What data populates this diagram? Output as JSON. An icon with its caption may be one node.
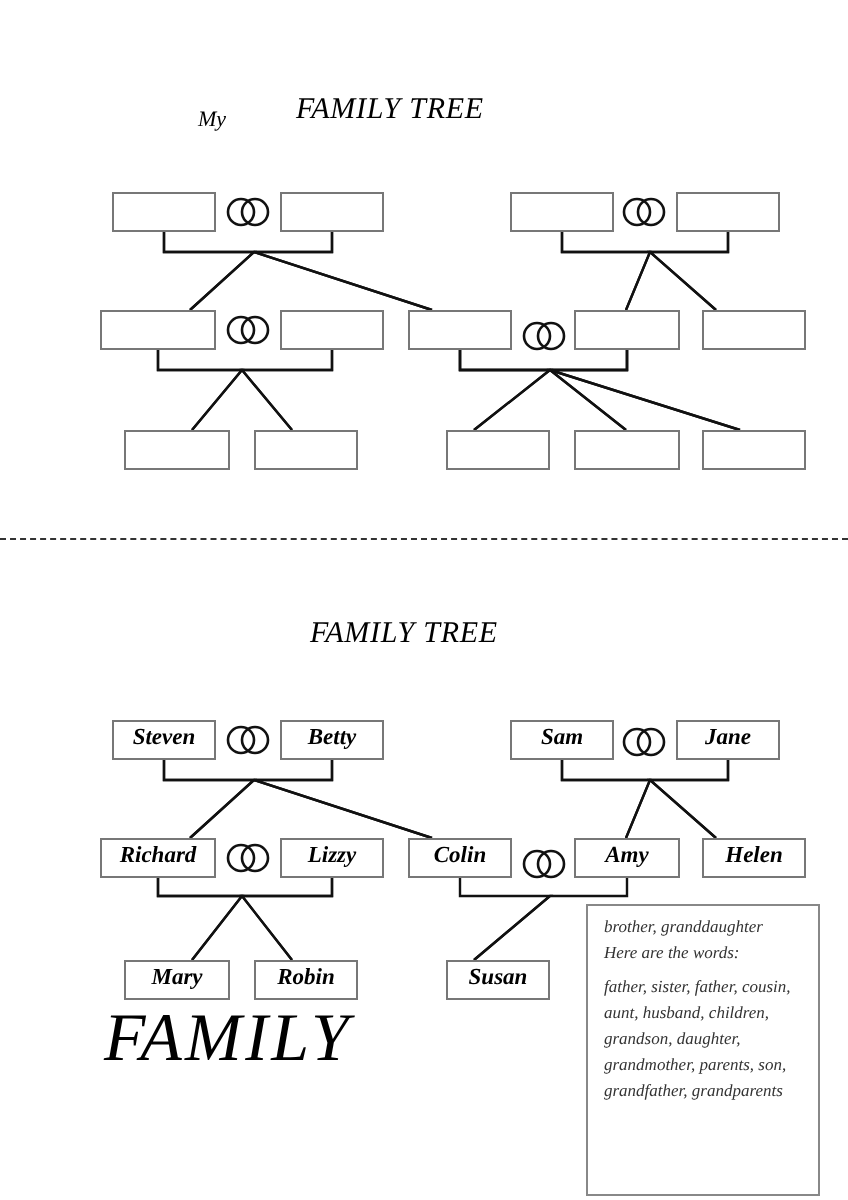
{
  "diagram": {
    "nodes": [
      {
        "text": [],
        "shape": "box"
      },
      {
        "text": [],
        "shape": "box"
      },
      {
        "text": [],
        "shape": "box"
      },
      {
        "text": [],
        "shape": "box"
      },
      {
        "text": [],
        "shape": "box"
      },
      {
        "text": [],
        "shape": "box"
      },
      {
        "text": [],
        "shape": "box"
      },
      {
        "text": [],
        "shape": "box"
      },
      {
        "text": [],
        "shape": "box"
      },
      {
        "text": [],
        "shape": "box"
      },
      {
        "text": [],
        "shape": "box"
      },
      {
        "text": [],
        "shape": "box"
      },
      {
        "text": [],
        "shape": "box"
      },
      {
        "text": [],
        "shape": "box"
      },
      {
        "text": [
          "Steven"
        ]
      },
      {
        "text": [
          "Betty"
        ]
      },
      {
        "text": [
          "Sam"
        ]
      },
      {
        "text": [
          "Jane"
        ]
      },
      {
        "text": [
          "Richard"
        ]
      },
      {
        "text": [
          "Lizzy"
        ]
      },
      {
        "text": [
          "Colin"
        ]
      },
      {
        "text": [
          "Amy"
        ]
      },
      {
        "text": [
          "Helen"
        ]
      },
      {
        "text": [
          "Mary"
        ]
      },
      {
        "text": [
          "Robin"
        ]
      },
      {
        "text": [
          "Susan"
        ]
      },
      {
        "text": [
          "brother, granddaughter",
          "Here are the words:",
          "father, sister, father, cousin, aunt, husband, children, grandson, daughter, grandmother, parents, son, grandfather, grandparents"
        ]
      }
    ],
    "edges": [
      {
        "from": 0,
        "to": 4,
        "arrow": "none"
      },
      {
        "from": 1,
        "to": 4,
        "arrow": "none"
      },
      {
        "from": 0,
        "to": 6,
        "arrow": "none"
      },
      {
        "from": 1,
        "to": 6,
        "arrow": "none"
      },
      {
        "from": 2,
        "to": 7,
        "arrow": "none"
      },
      {
        "from": 3,
        "to": 7,
        "arrow": "none"
      },
      {
        "from": 2,
        "to": 8,
        "arrow": "none"
      },
      {
        "from": 3,
        "to": 8,
        "arrow": "none"
      },
      {
        "from": 4,
        "to": 9,
        "arrow": "none"
      },
      {
        "from": 5,
        "to": 9,
        "arrow": "none"
      },
      {
        "from": 4,
        "to": 10,
        "arrow": "none"
      },
      {
        "from": 5,
        "to": 10,
        "arrow": "none"
      },
      {
        "from": 6,
        "to": 11,
        "arrow": "none"
      },
      {
        "from": 7,
        "to": 11,
        "arrow": "none"
      },
      {
        "from": 6,
        "to": 12,
        "arrow": "none"
      },
      {
        "from": 7,
        "to": 12,
        "arrow": "none"
      },
      {
        "from": 6,
        "to": 13,
        "arrow": "none"
      },
      {
        "from": 7,
        "to": 13,
        "arrow": "none"
      },
      {
        "from": 14,
        "to": 18,
        "arrow": "none"
      },
      {
        "from": 15,
        "to": 18,
        "arrow": "none"
      },
      {
        "from": 14,
        "to": 20,
        "arrow": "none"
      },
      {
        "from": 15,
        "to": 20,
        "arrow": "none"
      },
      {
        "from": 16,
        "to": 21,
        "arrow": "none"
      },
      {
        "from": 17,
        "to": 21,
        "arrow": "none"
      },
      {
        "from": 16,
        "to": 22,
        "arrow": "none"
      },
      {
        "from": 17,
        "to": 22,
        "arrow": "none"
      },
      {
        "from": 18,
        "to": 23,
        "arrow": "none"
      },
      {
        "from": 19,
        "to": 23,
        "arrow": "none"
      },
      {
        "from": 18,
        "to": 24,
        "arrow": "none"
      },
      {
        "from": 19,
        "to": 24,
        "arrow": "none"
      },
      {
        "from": 20,
        "to": 25,
        "arrow": "none"
      },
      {
        "from": 21,
        "to": 25,
        "arrow": "none"
      }
    ],
    "labels": [
      "My",
      "FAMILY TREE",
      "FAMILY TREE",
      "FAMILY"
    ]
  }
}
